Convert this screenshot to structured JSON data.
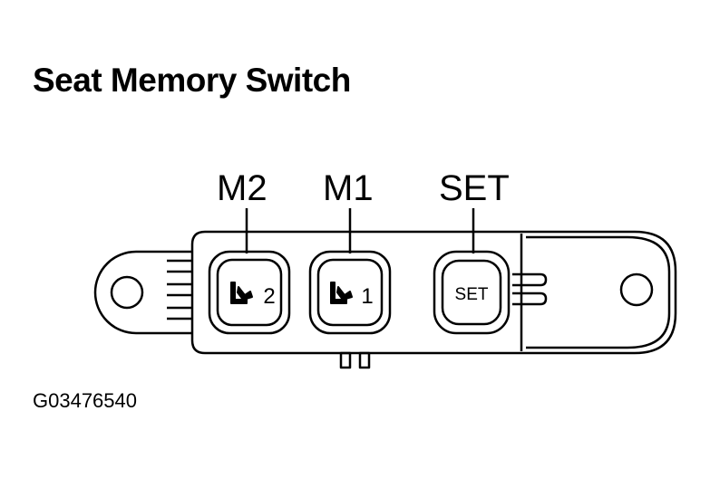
{
  "title": "Seat Memory Switch",
  "callouts": {
    "m2": "M2",
    "m1": "M1",
    "set": "SET"
  },
  "buttons": [
    {
      "icon": "seat-icon",
      "label": "2"
    },
    {
      "icon": "seat-icon",
      "label": "1"
    },
    {
      "icon": "",
      "label": "SET"
    }
  ],
  "figure_id": "G03476540"
}
